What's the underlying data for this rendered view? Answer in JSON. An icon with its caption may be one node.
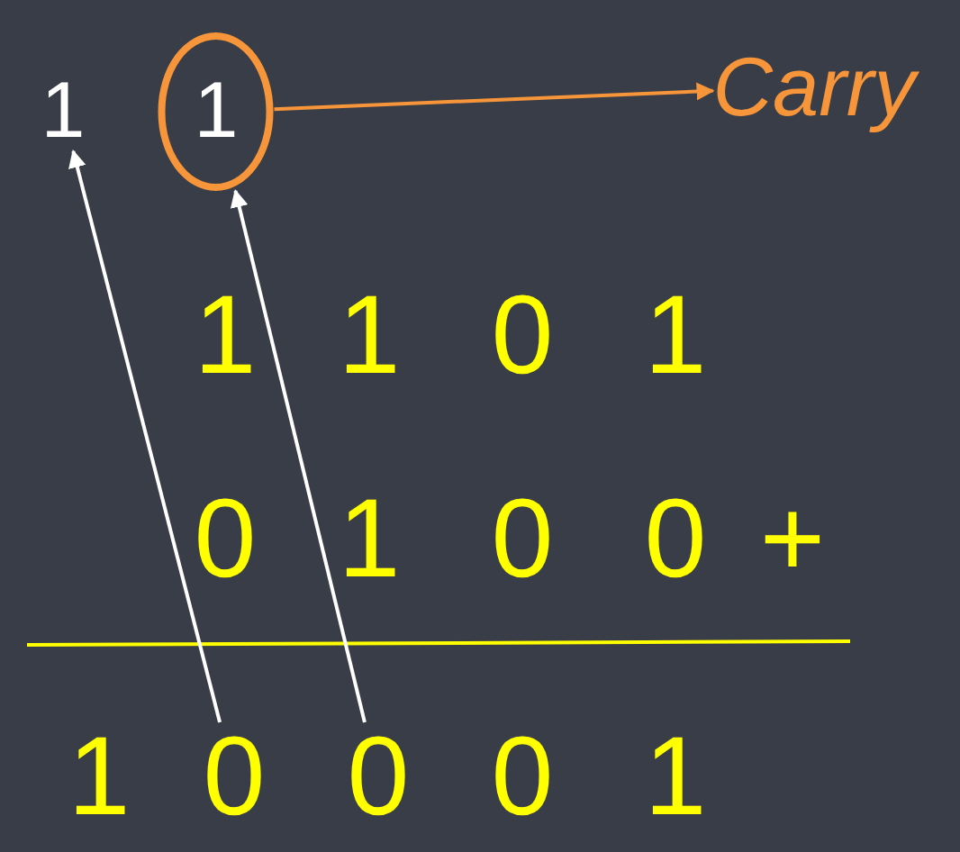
{
  "diagram": {
    "nodes": [
      {
        "text": [
          "1"
        ]
      },
      {
        "text": [
          "1"
        ]
      },
      {
        "text": [
          "Carry"
        ]
      },
      {
        "text": [
          "0"
        ]
      },
      {
        "text": [
          "0"
        ]
      }
    ],
    "edges": [
      {
        "from": 1,
        "to": 2,
        "arrow": "to",
        "color": "#f7953a"
      },
      {
        "from": 3,
        "to": 0,
        "arrow": "to"
      },
      {
        "from": 4,
        "to": 1,
        "arrow": "to"
      }
    ],
    "labels": [
      "1",
      "1",
      "0",
      "1",
      "0",
      "1",
      "0",
      "0",
      "+",
      "1",
      "0",
      "1"
    ]
  }
}
